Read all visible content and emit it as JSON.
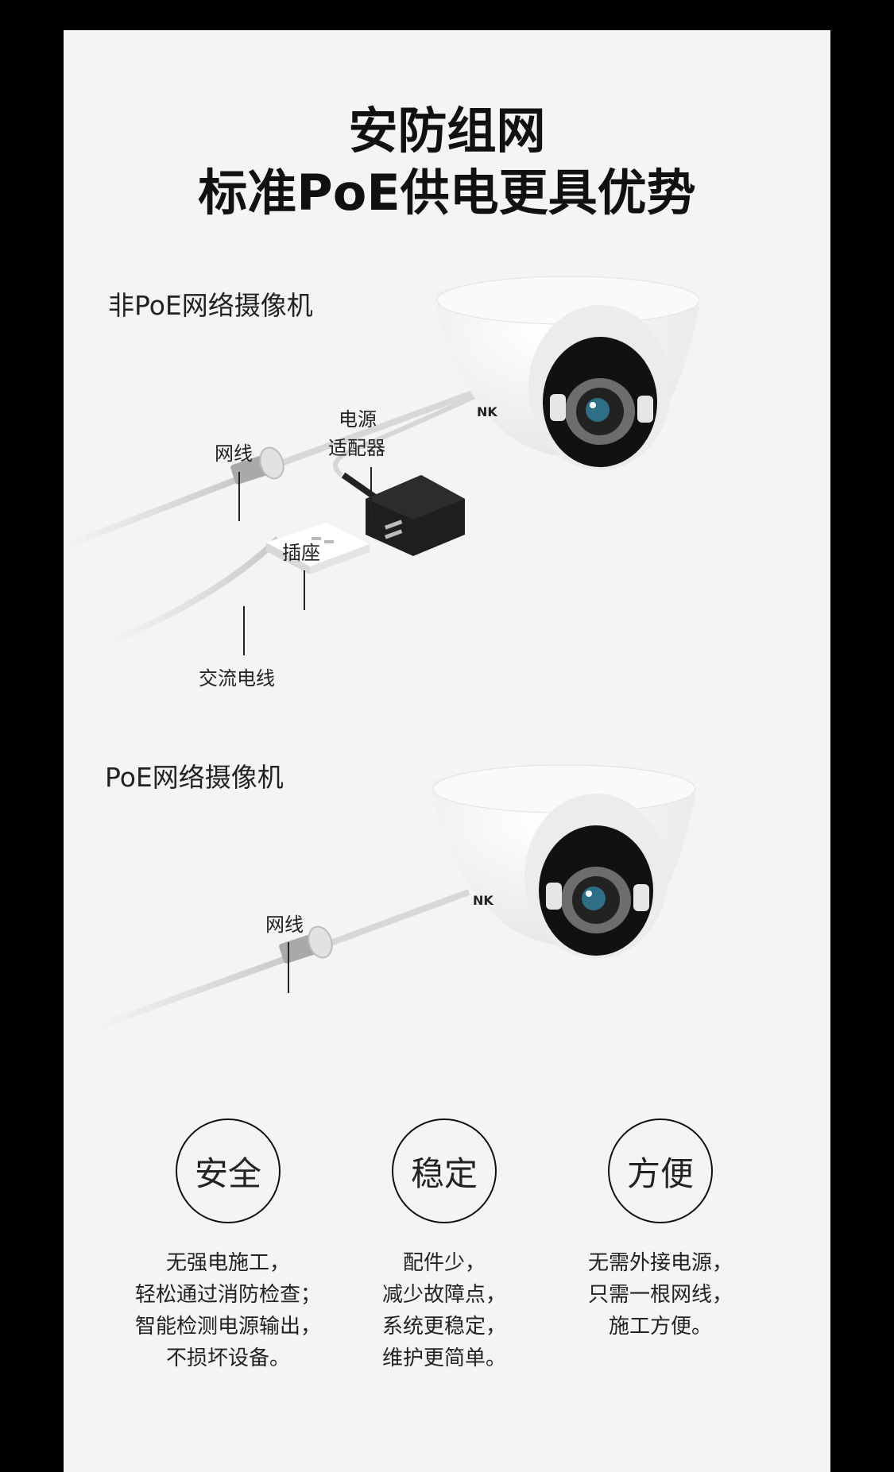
{
  "title": {
    "line1": "安防组网",
    "line2": "标准PoE供电更具优势"
  },
  "non_poe": {
    "label": "非PoE网络摄像机",
    "callouts": {
      "network_cable": "网线",
      "adapter_line1": "电源",
      "adapter_line2": "适配器",
      "socket": "插座",
      "ac_cable": "交流电线"
    },
    "camera_brand": "NK"
  },
  "poe": {
    "label": "PoE网络摄像机",
    "callouts": {
      "network_cable": "网线"
    },
    "camera_brand": "NK"
  },
  "features": [
    {
      "title": "安全",
      "lines": [
        "无强电施工，",
        "轻松通过消防检查；",
        "智能检测电源输出，",
        "不损坏设备。"
      ]
    },
    {
      "title": "稳定",
      "lines": [
        "配件少，",
        "减少故障点，",
        "系统更稳定，",
        "维护更简单。"
      ]
    },
    {
      "title": "方便",
      "lines": [
        "无需外接电源，",
        "只需一根网线，",
        "施工方便。"
      ]
    }
  ],
  "colors": {
    "background": "#000000",
    "panel": "#f4f4f4",
    "text": "#111111"
  }
}
